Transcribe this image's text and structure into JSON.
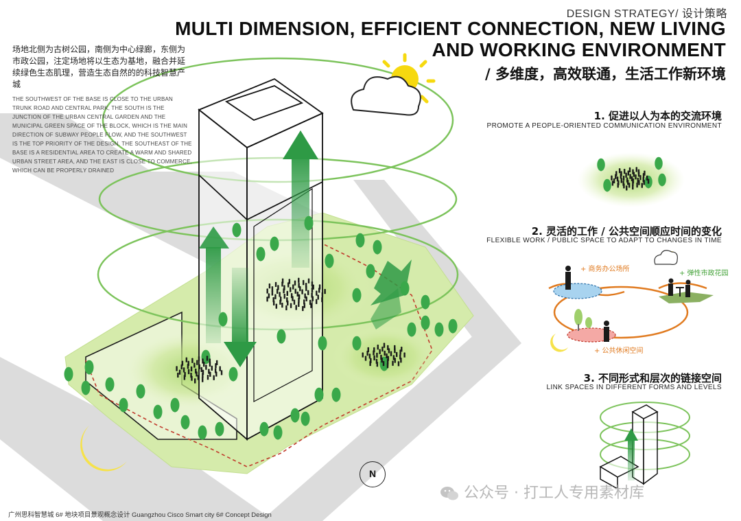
{
  "header": {
    "tag": "DESIGN STRATEGY/ 设计策略",
    "title_line1": "MULTI DIMENSION, EFFICIENT CONNECTION, NEW LIVING",
    "title_line2": "AND WORKING ENVIRONMENT",
    "title_cn": "/ 多维度，高效联通，生活工作新环境"
  },
  "intro": {
    "cn": "场地北侧为古树公园，南侧为中心绿廊，东侧为市政公园，注定场地将以生态为基地，融合并延续绿色生态肌理，营造生态自然的的科技智慧产城",
    "en": "THE SOUTHWEST OF THE BASE IS CLOSE TO THE URBAN TRUNK ROAD AND CENTRAL PARK, THE SOUTH IS THE JUNCTION OF THE URBAN CENTRAL GARDEN AND THE MUNICIPAL GREEN SPACE OF THE BLOCK, WHICH IS THE MAIN DIRECTION OF SUBWAY PEOPLE FLOW, AND THE SOUTHWEST IS THE TOP PRIORITY OF THE DESIGN. THE SOUTHEAST OF THE BASE IS A RESIDENTIAL AREA TO CREATE A WARM AND SHARED URBAN STREET AREA, AND THE EAST IS CLOSE TO COMMERCE, WHICH CAN BE PROPERLY DRAINED"
  },
  "strategies": [
    {
      "title": "1. 促进以人为本的交流环境",
      "subtitle": "PROMOTE A PEOPLE-ORIENTED COMMUNICATION ENVIRONMENT"
    },
    {
      "title": "2. 灵活的工作 / 公共空间顺应时间的变化",
      "subtitle": "FLEXIBLE WORK / PUBLIC SPACE TO ADAPT TO CHANGES IN TIME"
    },
    {
      "title": "3. 不同形式和层次的链接空间",
      "subtitle": "LINK SPACES IN DIFFERENT FORMS AND LEVELS"
    }
  ],
  "flex_labels": {
    "office": "+ 商务办公场所",
    "park": "+ 弹性市政花园",
    "leisure": "+ 公共休闲空间"
  },
  "compass": "N",
  "watermark": "公众号 · 打工人专用素材库",
  "footer": "广州思科智慧城 6# 地块项目景观概念设计  Guangzhou Cisco Smart city 6# Concept Design",
  "colors": {
    "ring_green": "#7cc35b",
    "ground_green": "#cfe89a",
    "tree_green": "#3aa84a",
    "arrow_green": "#2e9a45",
    "sun_yellow": "#f6d90f",
    "boundary_red": "#c0392b",
    "orange": "#e07a1f",
    "road_grey": "#d9d9d9"
  }
}
